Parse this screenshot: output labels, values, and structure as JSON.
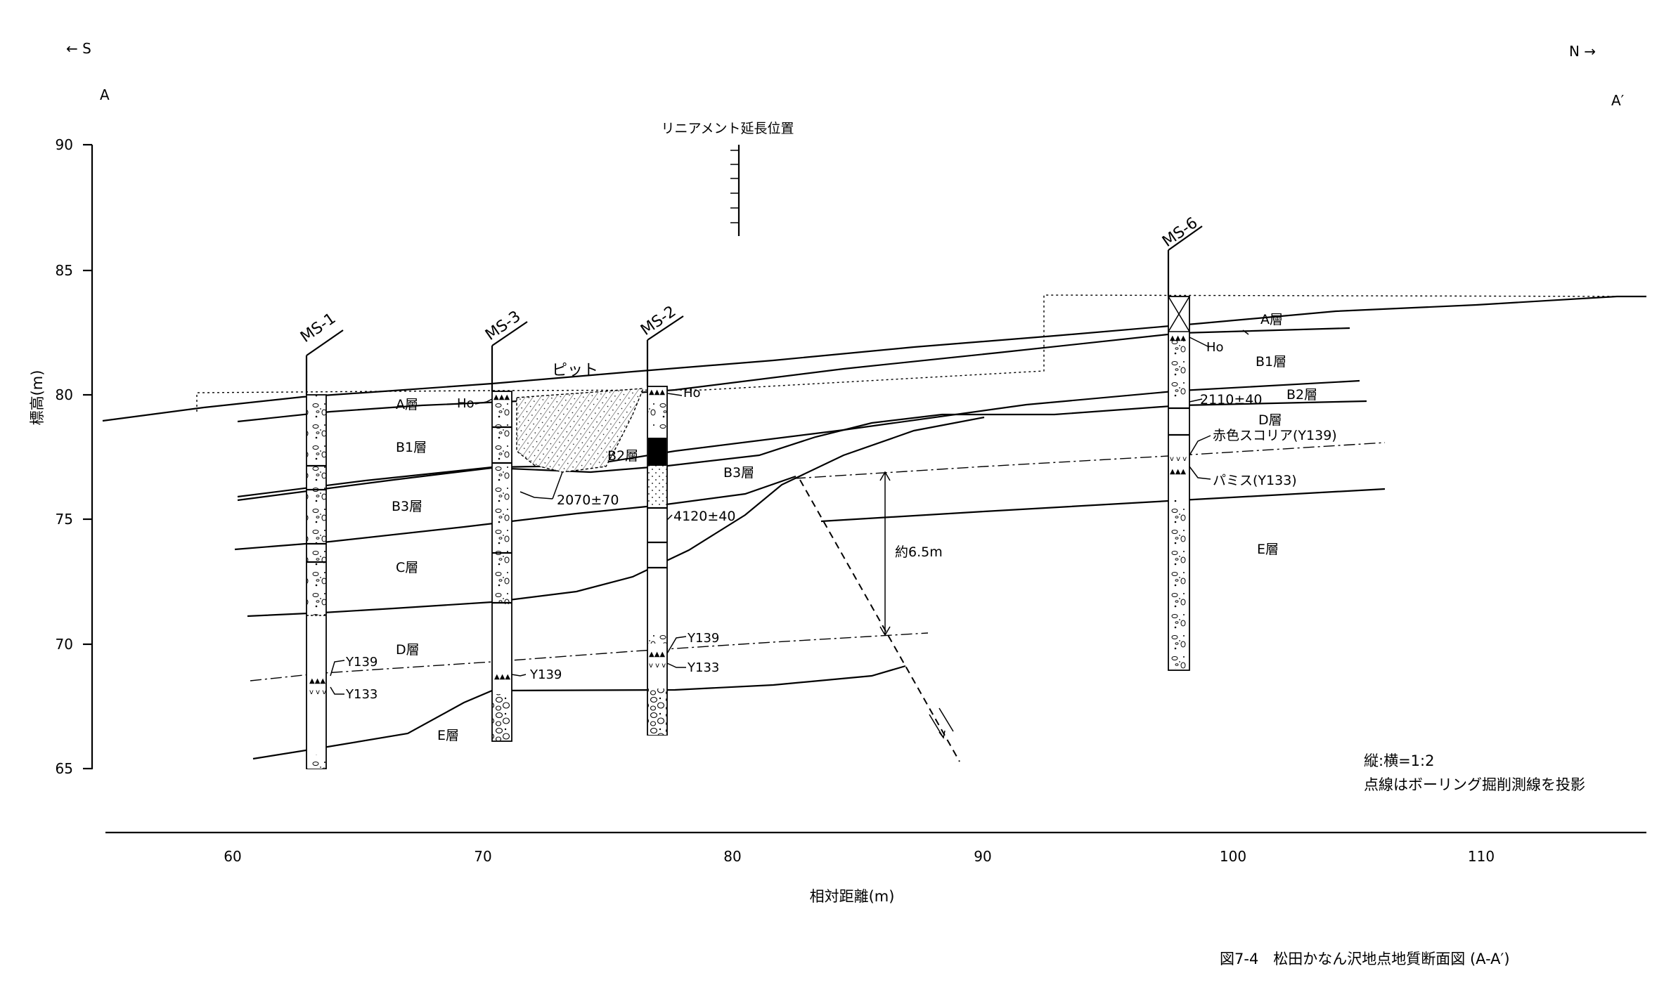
{
  "direction": {
    "south": "← S",
    "north": "N →",
    "left_end": "A",
    "right_end": "A′"
  },
  "lineament_label": "リニアメント延長位置",
  "pit_label": "ピット",
  "axes": {
    "ylabel": "標高(m)",
    "xlabel": "相対距離(m)",
    "yticks": [
      "90",
      "85",
      "80",
      "75",
      "70",
      "65"
    ],
    "xticks": [
      "60",
      "70",
      "80",
      "90",
      "100",
      "110"
    ]
  },
  "boreholes": [
    "MS-1",
    "MS-3",
    "MS-2",
    "MS-6"
  ],
  "layers": {
    "a1": "A層",
    "b1": "B1層",
    "b3a": "B3層",
    "c": "C層",
    "d1": "D層",
    "e1": "E層",
    "b2a": "B2層",
    "b3b": "B3層",
    "a2": "A層",
    "b1b": "B1層",
    "b2b": "B2層",
    "d2": "D層",
    "e2": "E層"
  },
  "annotations": {
    "ho_ms3": "Ho",
    "ho_ms2": "Ho",
    "ho_ms6": "Ho",
    "date_pit": "2070±70",
    "date_ms2": "4120±40",
    "date_ms6": "2110±40",
    "y139_ms1": "Y139",
    "y133_ms1": "Y133",
    "y139_ms3": "Y139",
    "y139_ms2": "Y139",
    "y133_ms2": "Y133",
    "red_scoria": "赤色スコリア(Y139)",
    "pumice": "パミス(Y133)",
    "throw": "約6.5m"
  },
  "notes": {
    "scale": "縦:横=1:2",
    "dotted": "点線はボーリング掘削測線を投影"
  },
  "caption": "図7-4　松田かなん沢地点地質断面図 (A-A′)"
}
